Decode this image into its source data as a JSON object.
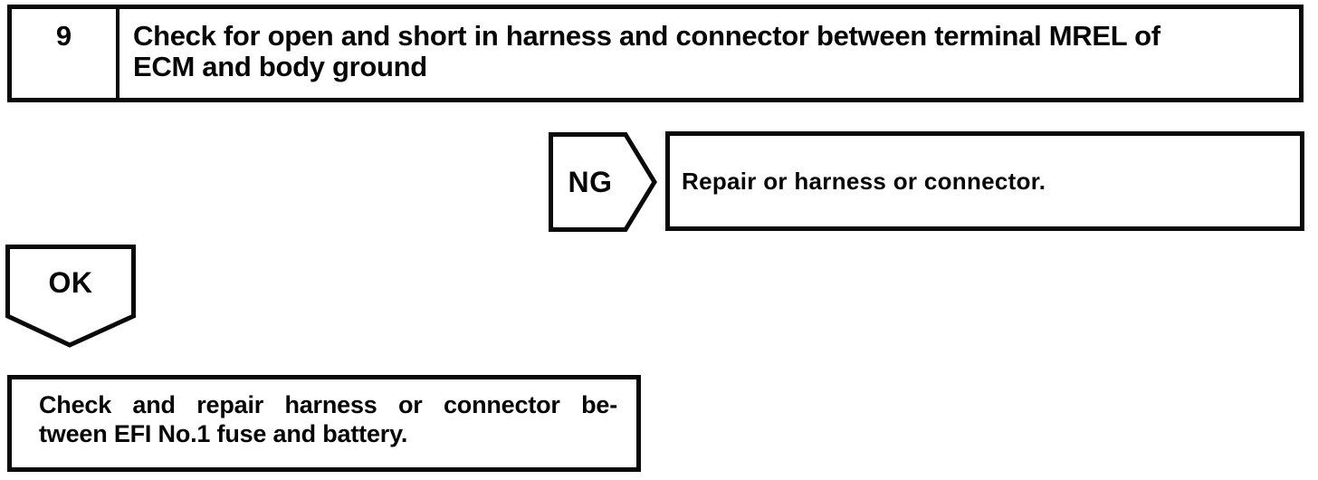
{
  "page": {
    "background_color": "#ffffff",
    "ink_color": "#0a0a0a"
  },
  "flowchart": {
    "step_box": {
      "number": "9",
      "instruction_lines": [
        "Check for open and short in harness and connector between terminal MREL of",
        "ECM and body ground"
      ]
    },
    "ng_branch": {
      "label": "NG",
      "result_text": "Repair or harness or connector."
    },
    "ok_branch": {
      "label": "OK",
      "result_lines": [
        "Check and repair harness or connector be-",
        "tween EFI No.1 fuse and battery."
      ]
    }
  }
}
